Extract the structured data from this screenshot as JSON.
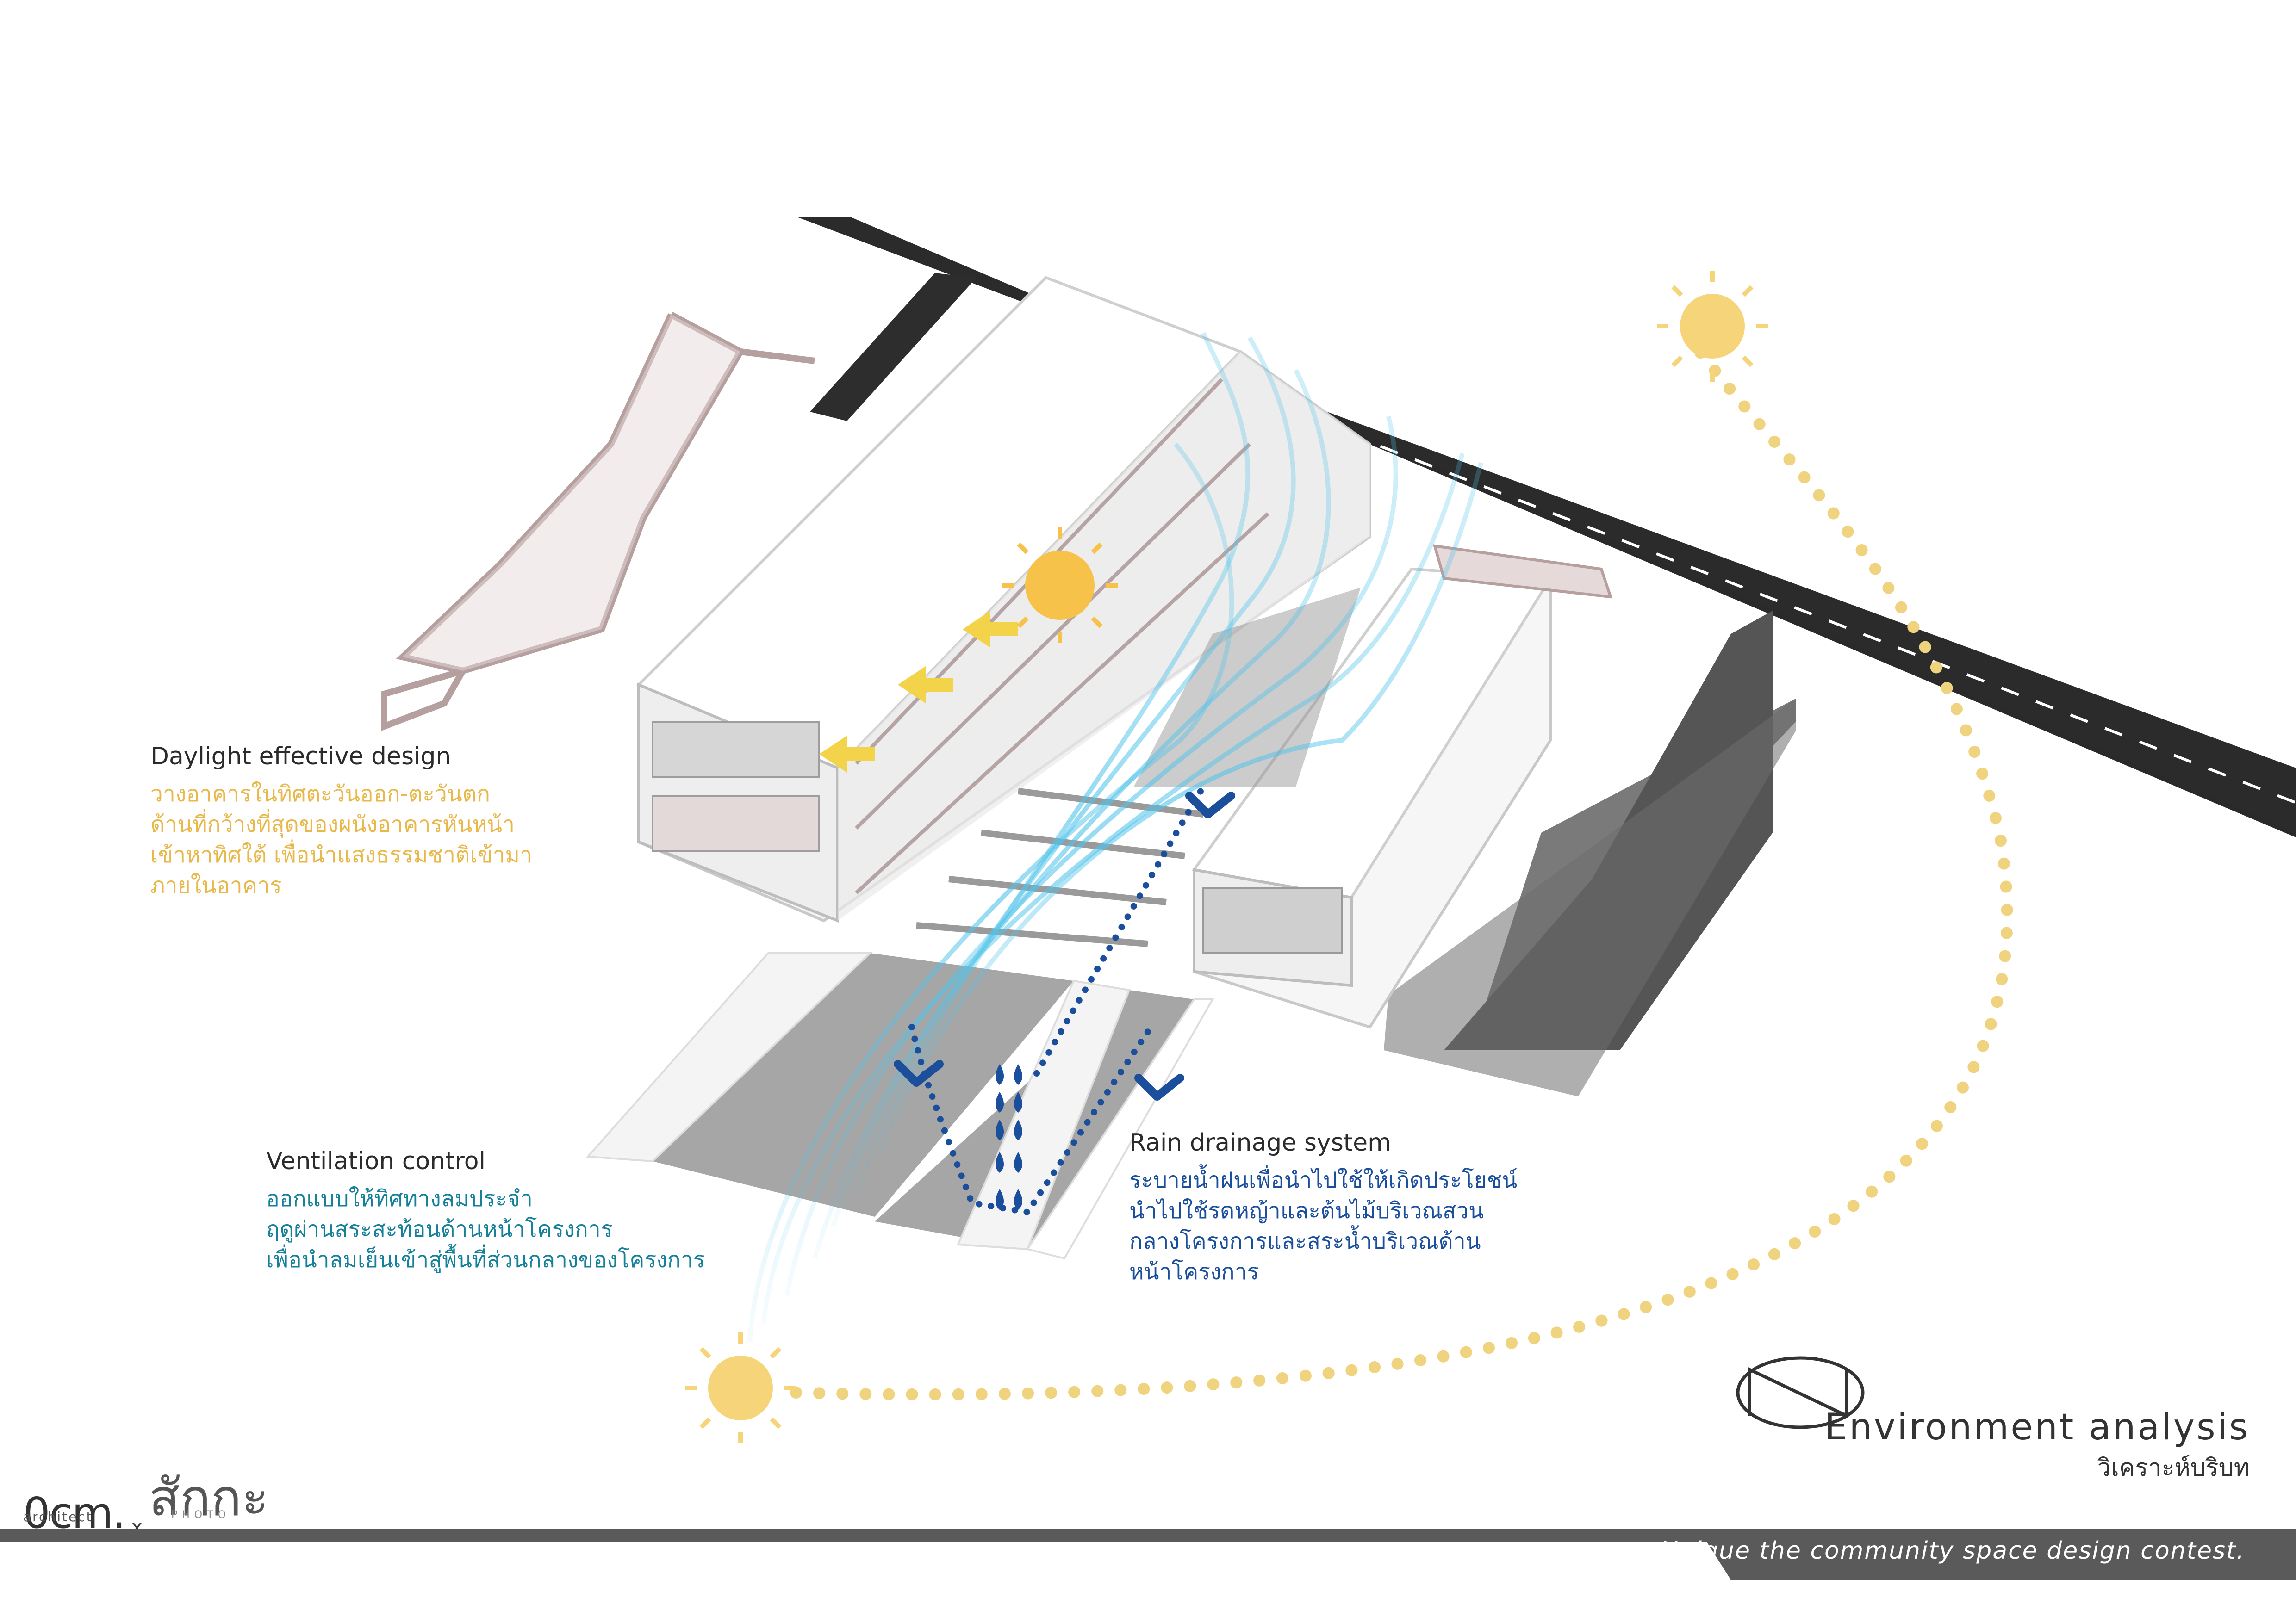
{
  "daylight": {
    "heading": "Daylight effective design",
    "lines": [
      "วางอาคารในทิศตะวันออก-ตะวันตก",
      "ด้านที่กว้างที่สุดของผนังอาคารหันหน้า",
      "เข้าหาทิศใต้ เพื่อนำแสงธรรมชาติเข้ามา",
      "ภายในอาคาร"
    ]
  },
  "ventilation": {
    "heading": "Ventilation control",
    "lines": [
      "ออกแบบให้ทิศทางลมประจำ",
      "ฤดูผ่านสระสะท้อนด้านหน้าโครงการ",
      "เพื่อนำลมเย็นเข้าสู่พื้นที่ส่วนกลางของโครงการ"
    ]
  },
  "rain": {
    "heading": "Rain drainage system",
    "lines": [
      "ระบายน้ำฝนเพื่อนำไปใช้ให้เกิดประโยชน์",
      "นำไปใช้รดหญ้าและต้นไม้บริเวณสวน",
      "กลางโครงการและสระน้ำบริเวณด้าน",
      "หน้าโครงการ"
    ]
  },
  "title": {
    "main": "Environment analysis",
    "sub": "วิเคราะห์บริบท"
  },
  "logo": {
    "main": "0cm.",
    "x": "x",
    "thai": "สักกะ",
    "sub1": "architect",
    "sub2": "PHOTO"
  },
  "footer": {
    "text": "Unique the community space design contest."
  },
  "colors": {
    "sun": "#f4cf6e",
    "sun_path": "#f0d37e",
    "wind": "#4fc3ea",
    "rain": "#1b4f9c",
    "road": "#2a2a2a",
    "shadow": "#a6a6a6",
    "daylight_text": "#e8b94a",
    "ventilation_text": "#15809a",
    "rain_text": "#1b4f9c"
  },
  "icons": [
    "sun-icon",
    "raindrop-icon",
    "chevron-down-icon",
    "north-arrow-icon",
    "daylight-arrow-icon"
  ]
}
